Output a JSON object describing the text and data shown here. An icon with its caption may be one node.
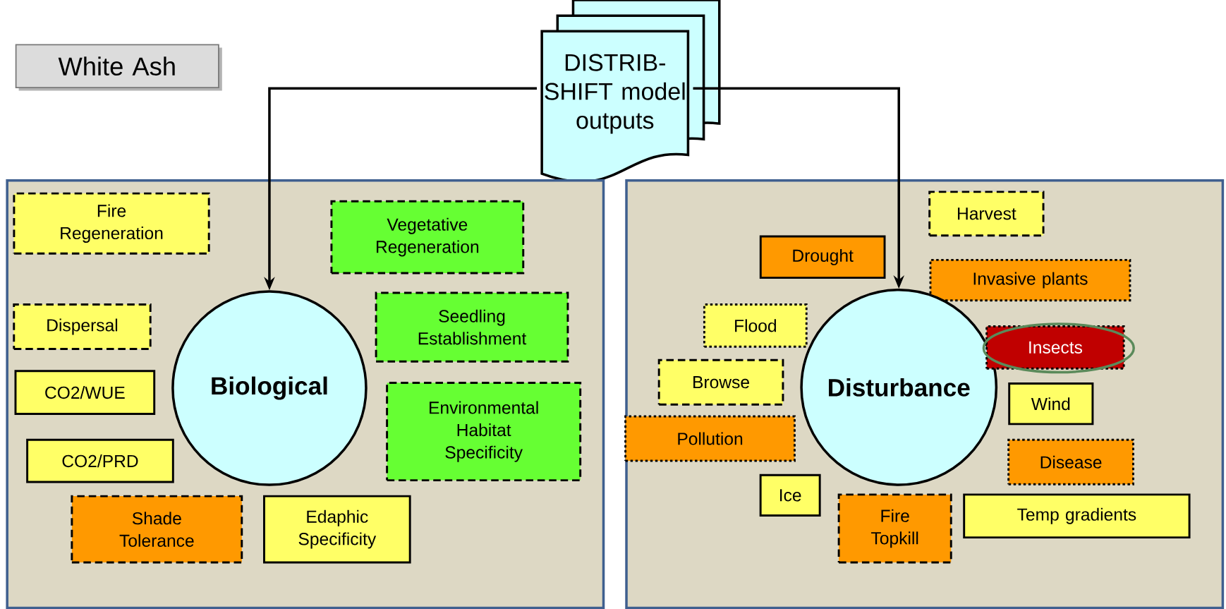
{
  "diagram": {
    "nodes": [
      {
        "text": [
          "White Ash"
        ]
      },
      {
        "text": [
          "DISTRIB-SHIFT model outputs"
        ]
      },
      {
        "text": [],
        "shape": "box"
      },
      {
        "text": [],
        "shape": "box"
      },
      {
        "text": [
          "Fire Regeneration"
        ],
        "in": 2
      },
      {
        "text": [
          "Vegetative Regeneration"
        ],
        "in": 2
      },
      {
        "text": [
          "Dispersal"
        ],
        "in": 2
      },
      {
        "text": [
          "Seedling Establishment"
        ],
        "in": 2
      },
      {
        "text": [
          "Biological"
        ],
        "in": 2
      },
      {
        "text": [
          "CO2/WUE"
        ],
        "in": 2
      },
      {
        "text": [
          "Environmental Habitat Specificity"
        ],
        "in": 2
      },
      {
        "text": [
          "CO2/PRD"
        ],
        "in": 2
      },
      {
        "text": [
          "Shade Tolerance"
        ],
        "in": 2
      },
      {
        "text": [
          "Edaphic Specificity"
        ],
        "in": 2
      },
      {
        "text": [
          "Harvest"
        ],
        "in": 3
      },
      {
        "text": [
          "Drought"
        ],
        "in": 3
      },
      {
        "text": [
          "Invasive plants"
        ],
        "in": 3
      },
      {
        "text": [
          "Flood"
        ],
        "in": 3
      },
      {
        "text": [
          "Disturbance"
        ],
        "in": 3
      },
      {
        "text": [
          "Insects"
        ],
        "in": 3
      },
      {
        "text": [
          "Browse"
        ],
        "in": 3
      },
      {
        "text": [
          "Wind"
        ],
        "in": 3
      },
      {
        "text": [
          "Pollution"
        ],
        "in": 3
      },
      {
        "text": [
          "Disease"
        ],
        "in": 3
      },
      {
        "text": [
          "Ice"
        ],
        "in": 3
      },
      {
        "text": [
          "Fire Topkill"
        ],
        "in": 3
      },
      {
        "text": [
          "Temp gradients"
        ],
        "in": 3
      }
    ],
    "edges": [
      {
        "from": 1,
        "to": 8,
        "arrow": "to"
      },
      {
        "from": 1,
        "to": 18,
        "arrow": "to"
      }
    ]
  }
}
